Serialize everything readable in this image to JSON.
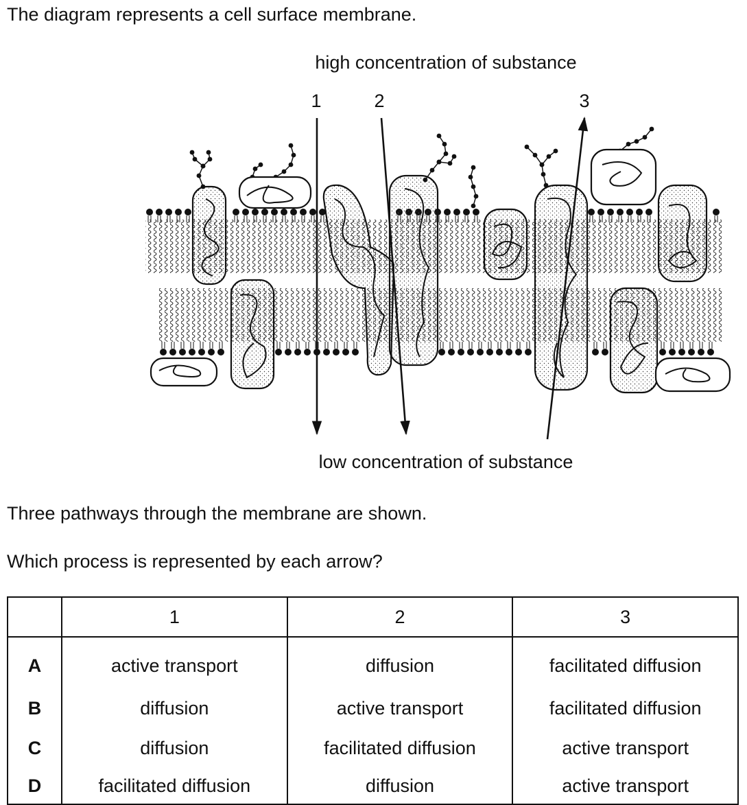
{
  "intro": "The diagram represents a cell surface membrane.",
  "diagram": {
    "top_label": "high concentration of substance",
    "bottom_label": "low concentration of substance",
    "arrows": [
      {
        "label": "1",
        "direction": "down"
      },
      {
        "label": "2",
        "direction": "down"
      },
      {
        "label": "3",
        "direction": "up"
      }
    ]
  },
  "statement": "Three pathways through the membrane are shown.",
  "question": "Which process is represented by each arrow?",
  "table": {
    "headers": [
      "",
      "1",
      "2",
      "3"
    ],
    "rows": [
      {
        "key": "A",
        "cells": [
          "active transport",
          "diffusion",
          "facilitated diffusion"
        ]
      },
      {
        "key": "B",
        "cells": [
          "diffusion",
          "active transport",
          "facilitated diffusion"
        ]
      },
      {
        "key": "C",
        "cells": [
          "diffusion",
          "facilitated diffusion",
          "active transport"
        ]
      },
      {
        "key": "D",
        "cells": [
          "facilitated diffusion",
          "diffusion",
          "active transport"
        ]
      }
    ]
  },
  "colors": {
    "ink": "#111111",
    "protein_fill": "#ffffff"
  }
}
